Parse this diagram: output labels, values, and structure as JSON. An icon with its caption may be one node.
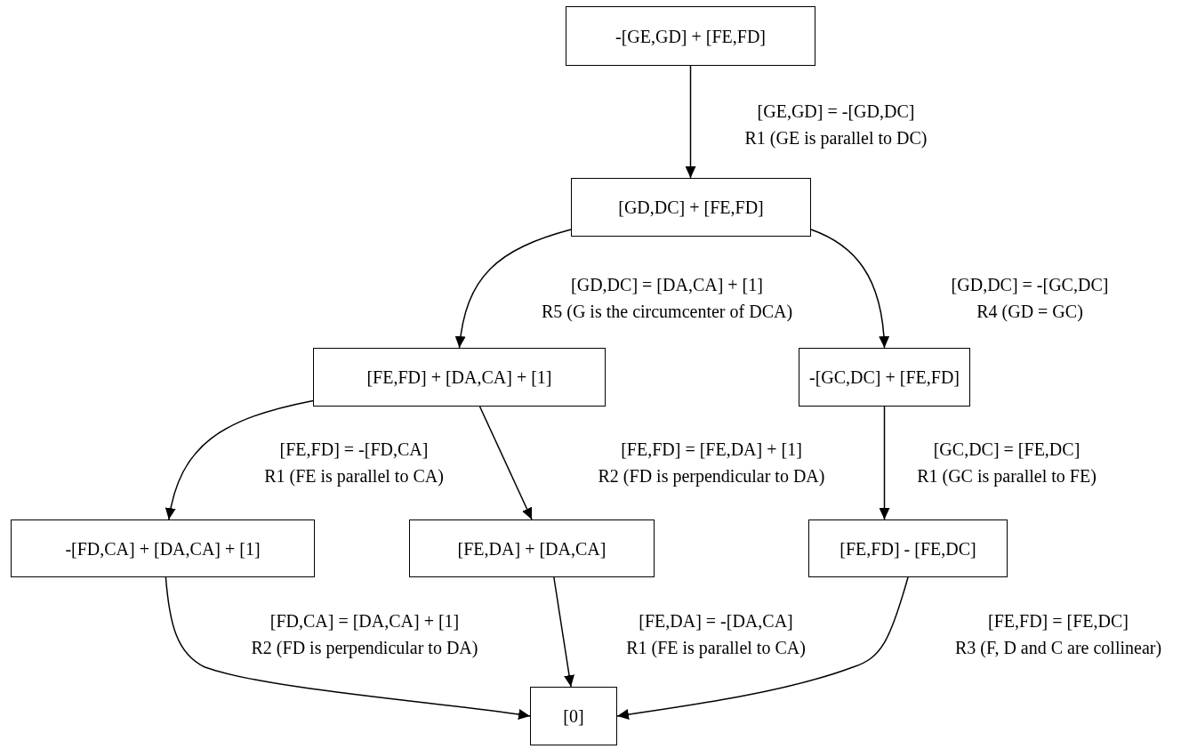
{
  "diagram": {
    "nodes": [
      {
        "text": [
          "-[GE,GD] + [FE,FD]"
        ]
      },
      {
        "text": [
          "[GD,DC] + [FE,FD]"
        ]
      },
      {
        "text": [
          "[FE,FD] + [DA,CA] + [1]"
        ]
      },
      {
        "text": [
          "-[GC,DC] + [FE,FD]"
        ]
      },
      {
        "text": [
          "-[FD,CA] + [DA,CA] + [1]"
        ]
      },
      {
        "text": [
          "[FE,DA] + [DA,CA]"
        ]
      },
      {
        "text": [
          "[FE,FD] - [FE,DC]"
        ]
      },
      {
        "text": [
          "[0]"
        ]
      }
    ],
    "edges": [
      {
        "from": 0,
        "to": 1,
        "arrow": "to",
        "label": "[GE,GD] = -[GD,DC] R1 (GE is parallel to DC)"
      },
      {
        "from": 1,
        "to": 2,
        "arrow": "to",
        "label": "[GD,DC] = [DA,CA] + [1] R5 (G is the circumcenter of DCA)"
      },
      {
        "from": 1,
        "to": 3,
        "arrow": "to",
        "label": "[GD,DC] = -[GC,DC] R4 (GD = GC)"
      },
      {
        "from": 2,
        "to": 4,
        "arrow": "to",
        "label": "[FE,FD] = -[FD,CA] R1 (FE is parallel to CA)"
      },
      {
        "from": 2,
        "to": 5,
        "arrow": "to",
        "label": "[FE,FD] = [FE,DA] + [1] R2 (FD is perpendicular to DA)"
      },
      {
        "from": 3,
        "to": 6,
        "arrow": "to",
        "label": "[GC,DC] = [FE,DC] R1 (GC is parallel to FE)"
      },
      {
        "from": 4,
        "to": 7,
        "arrow": "to",
        "label": "[FD,CA] = [DA,CA] + [1] R2 (FD is perpendicular to DA)"
      },
      {
        "from": 5,
        "to": 7,
        "arrow": "to",
        "label": "[FE,DA] = -[DA,CA] R1 (FE is parallel to CA)"
      },
      {
        "from": 6,
        "to": 7,
        "arrow": "to",
        "label": "[FE,FD] = [FE,DC] R3 (F, D and C are collinear)"
      }
    ]
  }
}
